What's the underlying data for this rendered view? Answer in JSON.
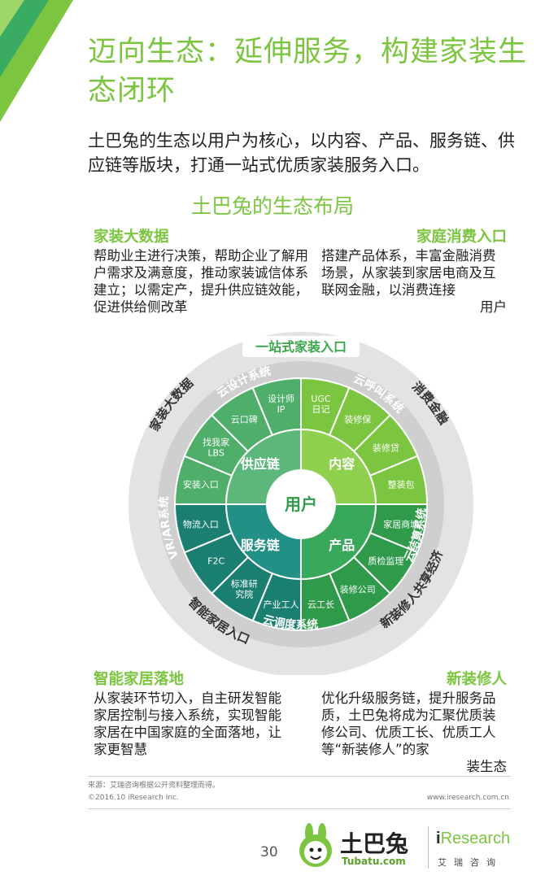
{
  "title": "迈向生态：延伸服务，构建家装生态闭环",
  "intro": "土巴兔的生态以用户为核心，以内容、产品、服务链、供应链等版块，打通一站式优质家装服务入口。",
  "subtitle": "土巴兔的生态布局",
  "blocks": {
    "big_data": {
      "heading": "家装大数据",
      "text": "帮助业主进行决策，帮助企业了解用户需求及满意度，推动家装诚信体系建立；以需定产，提升供应链效能，促进供给侧改革"
    },
    "home_consumption": {
      "heading": "家庭消费入口",
      "text": "搭建产品体系，丰富金融消费场景，从家装到家居电商及互联网金融，以消费连接",
      "text_end": "用户"
    },
    "smart_home": {
      "heading": "智能家居落地",
      "text": "从家装环节切入，自主研发智能家居控制与接入系统，实现智能家居在中国家庭的全面落地，让家更智慧"
    },
    "new_renovator": {
      "heading": "新装修人",
      "text": "优化升级服务链，提升服务品质，土巴兔将成为汇聚优质装修公司、优质工长、优质工人等“新装修人”的家",
      "text_end": "装生态"
    }
  },
  "wheel": {
    "center": "用户",
    "quadrants": [
      "内容",
      "产品",
      "服务链",
      "供应链"
    ],
    "segments": [
      "UGC日记",
      "装修保",
      "装修贷",
      "整装包",
      "家居商城",
      "质检监理",
      "装修公司",
      "云工长",
      "产业工人",
      "标准研究院",
      "F2C",
      "物流入口",
      "安装入口",
      "找我家LBS",
      "云口碑",
      "设计师IP"
    ],
    "systems": [
      "云设计系统",
      "云呼叫系统",
      "云结算系统",
      "云调度系统",
      "VR/AR系统"
    ],
    "outer": [
      "一站式家装入口",
      "消费金融",
      "新装修人共享经济",
      "智能家居入口",
      "家装大数据"
    ]
  },
  "colors": {
    "accent": "#7cc540",
    "green_dark": "#2e9a4a",
    "teal": "#1f8a72"
  },
  "footer": {
    "source": "来源：艾瑞咨询根据公开资料整理而得。",
    "copyright": "©2016.10 iResearch Inc.",
    "website": "www.iresearch.com.cn",
    "page": "30"
  },
  "logos": {
    "tubatu_cn": "土巴兔",
    "tubatu_en": "Tubatu.com",
    "iresearch_i": "i",
    "iresearch_name": "Research",
    "iresearch_cn": "艾瑞咨询"
  }
}
